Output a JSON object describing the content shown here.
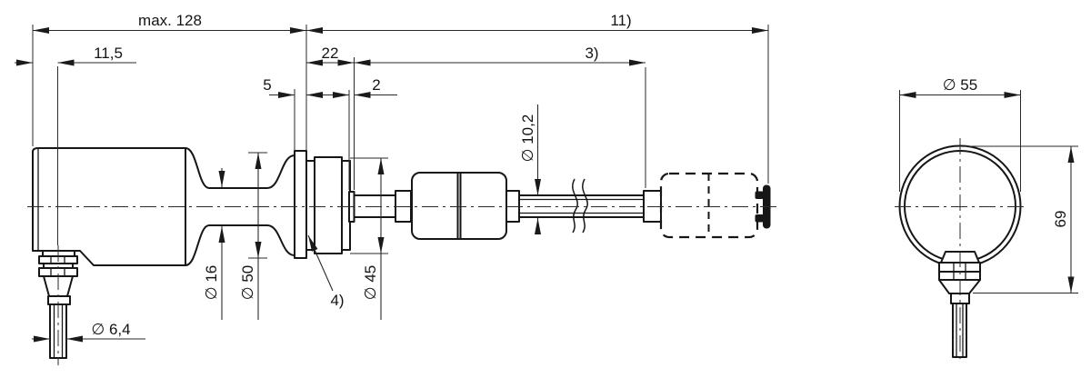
{
  "meta": {
    "description": "Technical dimension drawing of a float switch: side view with floats on guide tube and front view of sensor head"
  },
  "labels": {
    "max_length": "max. 128",
    "cable_offset": "11,5",
    "thread_length": "22",
    "flange_thickness": "5",
    "ring_width": "2",
    "tube_length_ref": "3)",
    "total_length_ref": "11)",
    "tube_diameter": "∅ 10,2",
    "neck_diameter": "∅ 16",
    "flange_diameter": "∅ 50",
    "plug_diameter": "∅ 45",
    "seal_note_ref": "4)",
    "cable_diameter": "∅ 6,4",
    "head_diameter": "∅ 55",
    "head_height": "69"
  }
}
